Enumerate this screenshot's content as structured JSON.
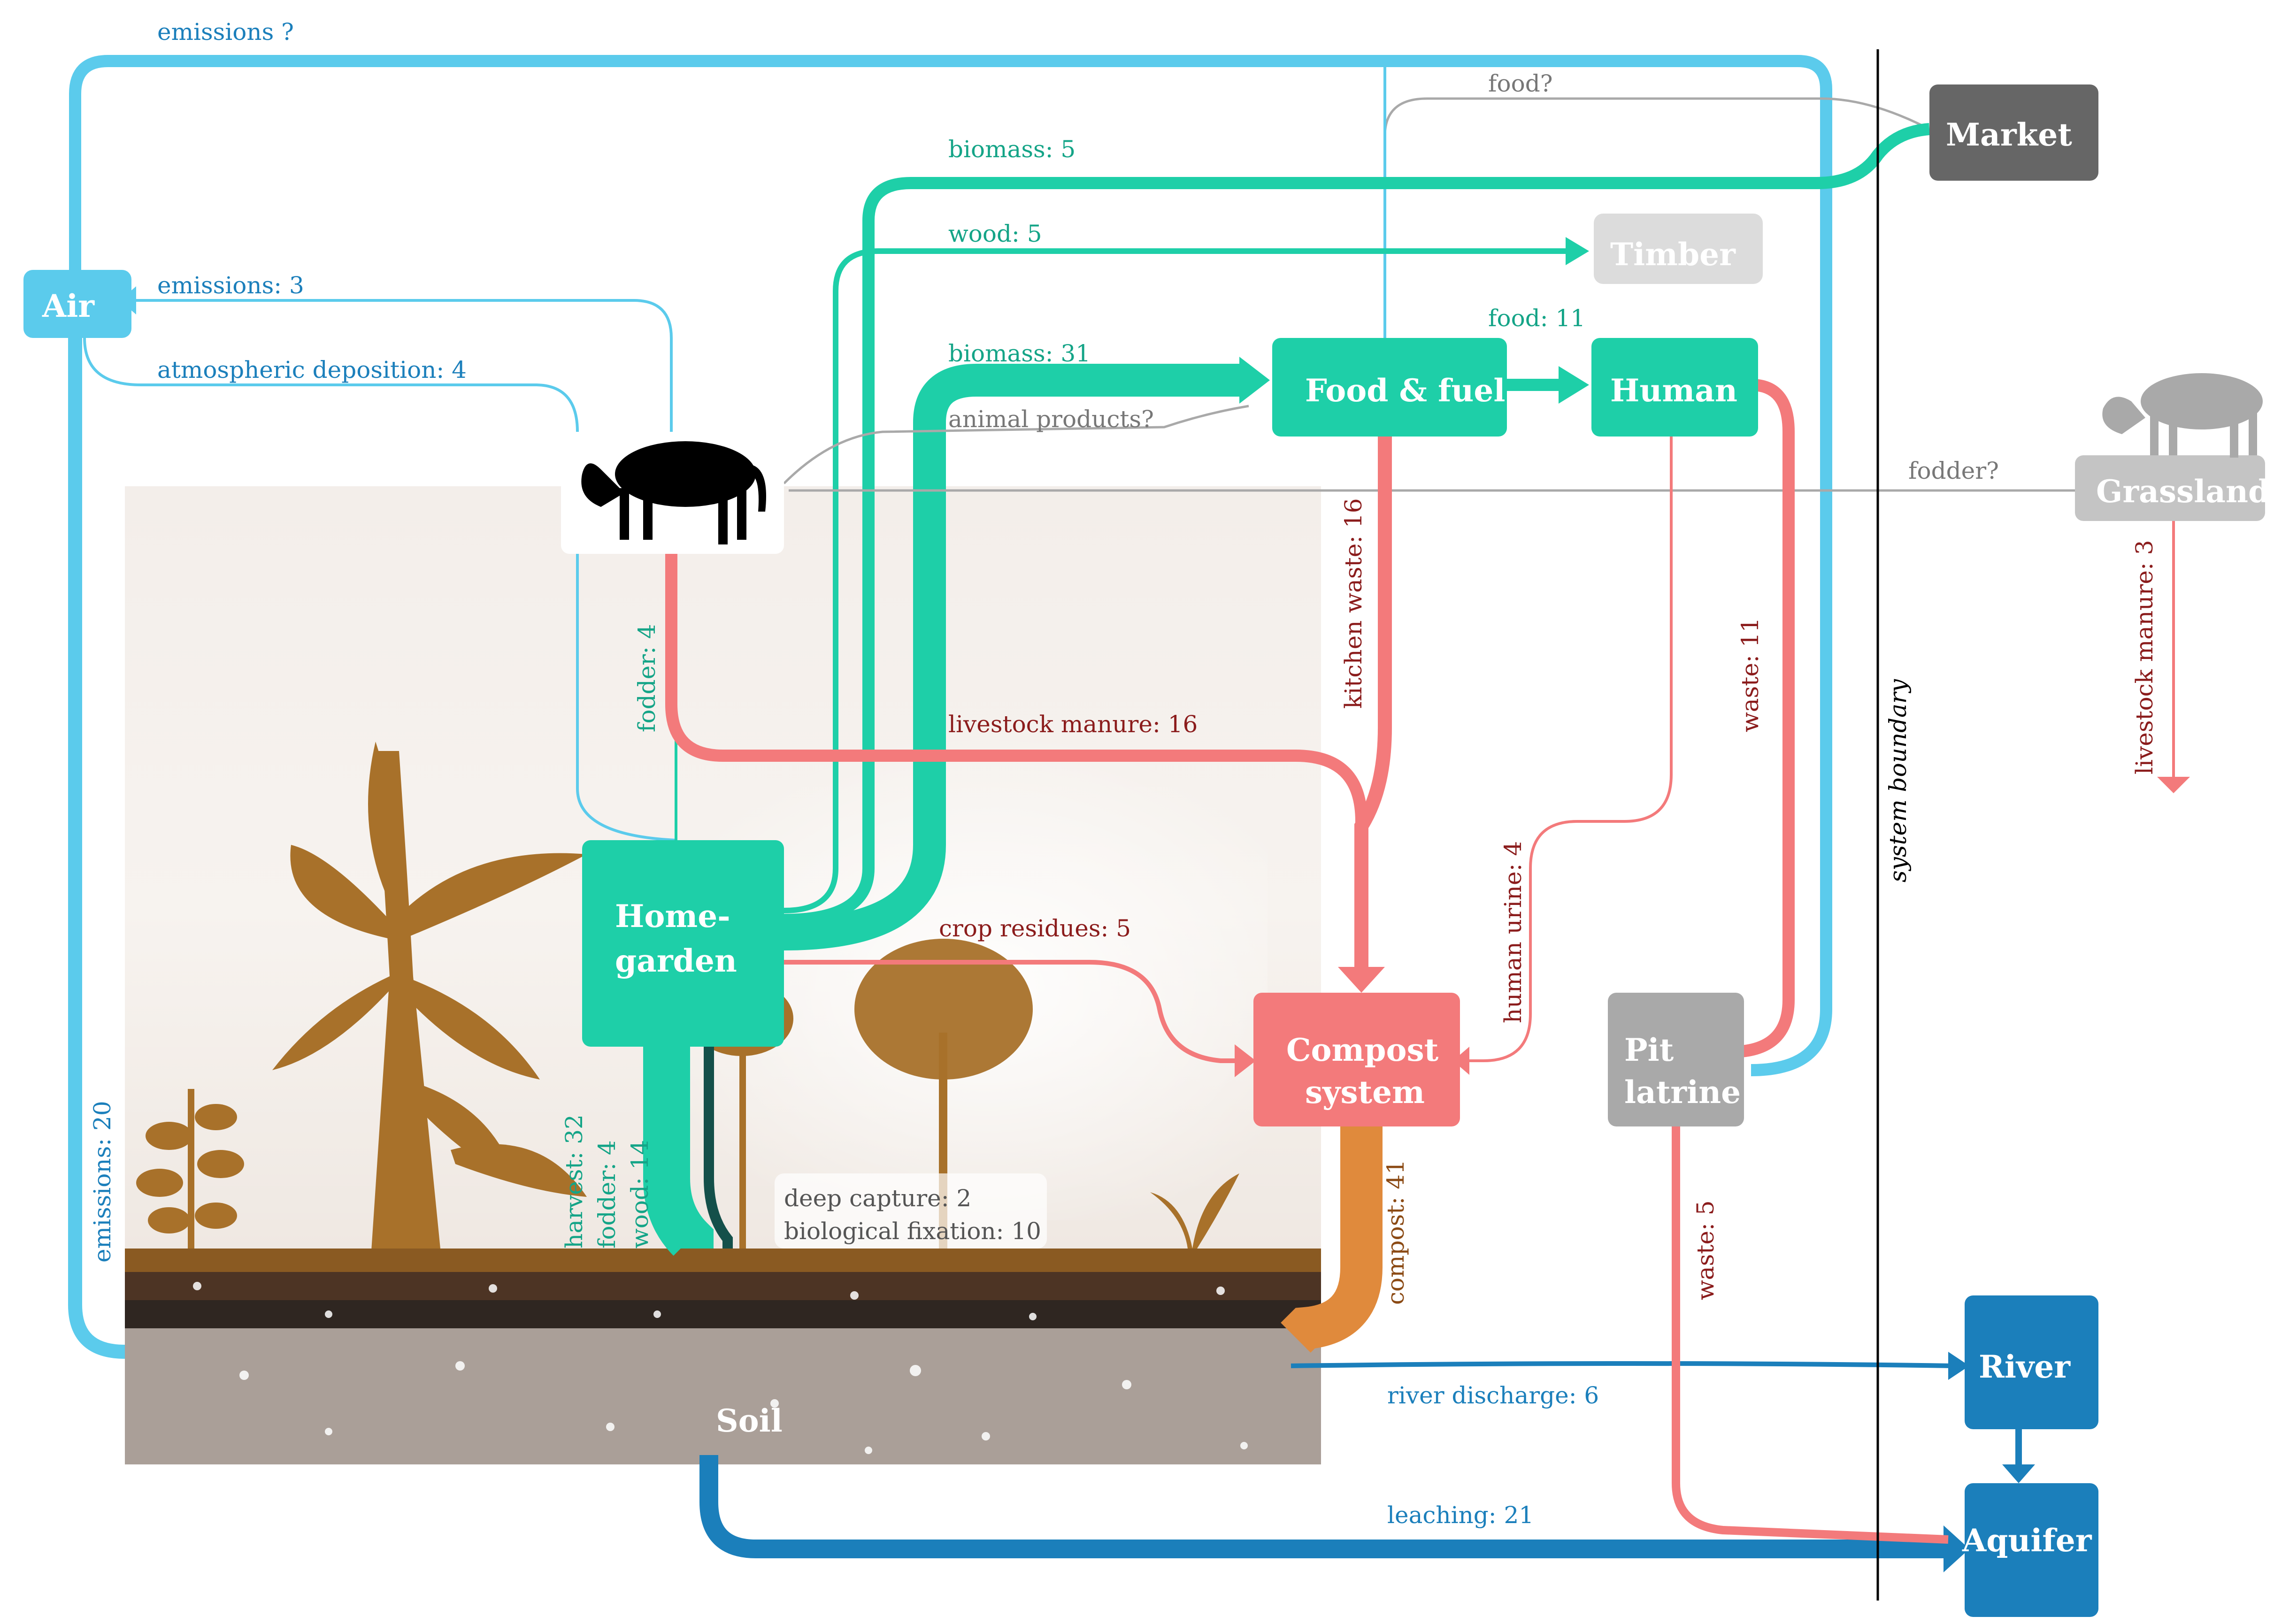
{
  "colors": {
    "air": "#5bcbec",
    "biomass": "#1ecfa8",
    "waste": "#f37a7b",
    "compost": "#e08a3c",
    "water": "#1b7fbb",
    "market": "#666666",
    "grey": "#a9a9a9",
    "soil": "#aa9f98"
  },
  "nodes": {
    "air": "Air",
    "market": "Market",
    "timber": "Timber",
    "food_fuel": "Food & fuel",
    "human": "Human",
    "grassland": "Grassland",
    "homegarden_line1": "Home-",
    "homegarden_line2": "garden",
    "compost_line1": "Compost",
    "compost_line2": "system",
    "pit_line1": "Pit",
    "pit_line2": "latrine",
    "river": "River",
    "aquifer": "Aquifer",
    "soil": "Soil"
  },
  "icons": {
    "livestock": "cow-icon",
    "grassland_livestock": "grey-cow-icon"
  },
  "flows": {
    "emissions_unknown": "emissions ?",
    "food_unknown": "food?",
    "biomass_5": "biomass: 5",
    "wood_5": "wood: 5",
    "emissions_3": "emissions: 3",
    "food_11": "food: 11",
    "atmospheric_deposition": "atmospheric deposition: 4",
    "biomass_31": "biomass: 31",
    "animal_products": "animal products?",
    "fodder_unknown": "fodder?",
    "livestock_manure_3": "livestock manure: 3",
    "fodder_4_top": "fodder: 4",
    "kitchen_waste": "kitchen waste: 16",
    "waste_11": "waste: 11",
    "livestock_manure_16": "livestock manure: 16",
    "system_boundary": "system boundary",
    "human_urine": "human urine: 4",
    "crop_residues": "crop residues: 5",
    "emissions_20": "emissions: 20",
    "harvest": "harvest: 32",
    "fodder_4_bottom": "fodder: 4",
    "wood_14": "wood: 14",
    "deep_capture": "deep capture: 2",
    "biological_fixation": "biological fixation: 10",
    "compost_41": "compost: 41",
    "waste_5": "waste: 5",
    "river_discharge": "river discharge: 6",
    "leaching": "leaching: 21"
  }
}
